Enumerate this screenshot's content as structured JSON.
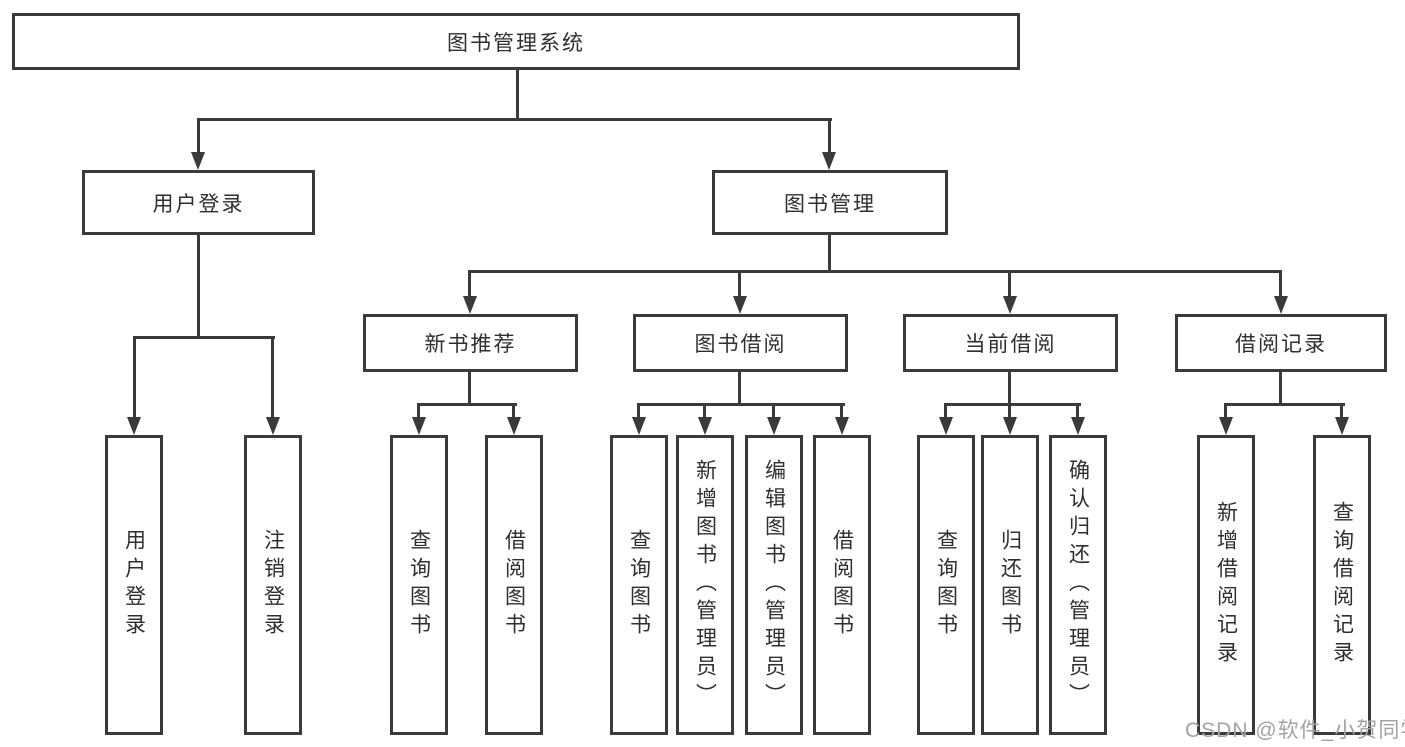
{
  "tree": {
    "label": "图书管理系统",
    "children": [
      {
        "label": "用户登录",
        "children": [
          {
            "label": "用户登录"
          },
          {
            "label": "注销登录"
          }
        ]
      },
      {
        "label": "图书管理",
        "children": [
          {
            "label": "新书推荐",
            "children": [
              {
                "label": "查询图书"
              },
              {
                "label": "借阅图书"
              }
            ]
          },
          {
            "label": "图书借阅",
            "children": [
              {
                "label": "查询图书"
              },
              {
                "label": "新增图书（管理员）"
              },
              {
                "label": "编辑图书（管理员）"
              },
              {
                "label": "借阅图书"
              }
            ]
          },
          {
            "label": "当前借阅",
            "children": [
              {
                "label": "查询图书"
              },
              {
                "label": "归还图书"
              },
              {
                "label": "确认归还（管理员）"
              }
            ]
          },
          {
            "label": "借阅记录",
            "children": [
              {
                "label": "新增借阅记录"
              },
              {
                "label": "查询借阅记录"
              }
            ]
          }
        ]
      }
    ]
  },
  "watermark": {
    "text": "CSDN @软件_小贺同学"
  },
  "colors": {
    "line": "#3a3a3a",
    "box_border": "#3a3a3a",
    "text": "#2f2f2f",
    "watermark": "#a3a3a3",
    "background": "#ffffff"
  }
}
